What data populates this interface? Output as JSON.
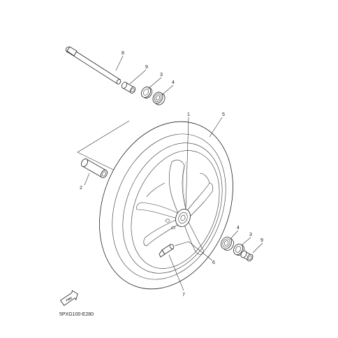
{
  "callouts": {
    "c1": "1",
    "c2": "2",
    "c3a": "3",
    "c3b": "3",
    "c4a": "4",
    "c4b": "4",
    "c5": "5",
    "c6": "6",
    "c7": "7",
    "c8": "8",
    "c9a": "9",
    "c9b": "9"
  },
  "diagram_code": "5PXG100-E280",
  "fwd_label": "FWD",
  "colors": {
    "line": "#222222",
    "background": "#ffffff"
  }
}
